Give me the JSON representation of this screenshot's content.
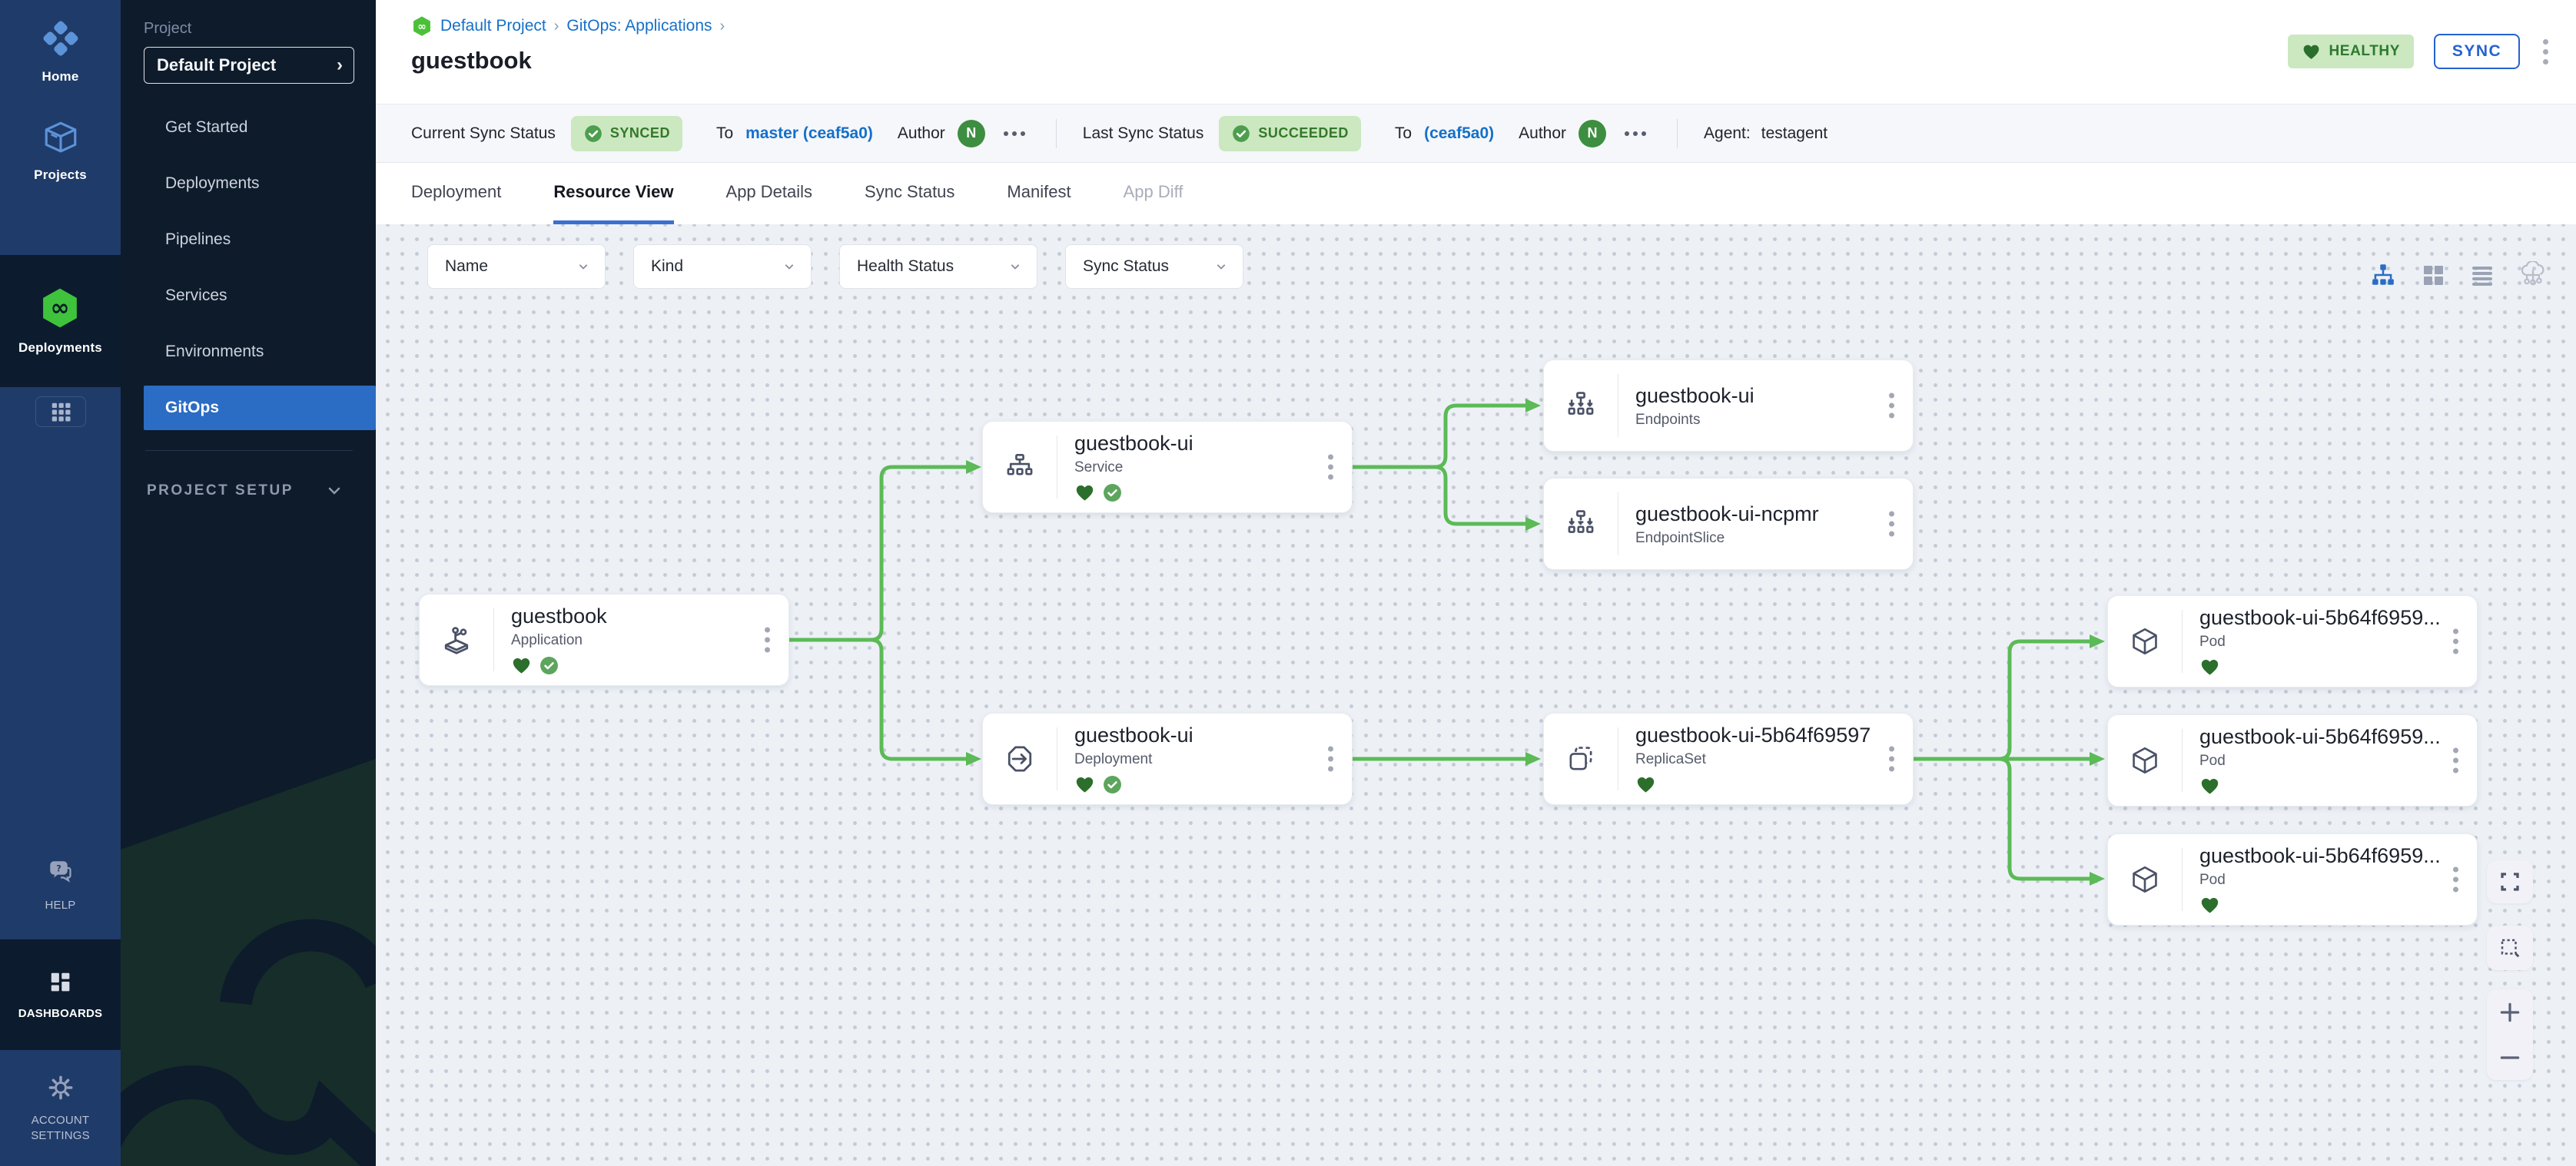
{
  "rail": {
    "modules": [
      {
        "label": "Home"
      },
      {
        "label": "Projects"
      },
      {
        "label": "Deployments",
        "active": true
      }
    ],
    "bottom": [
      {
        "label": "HELP"
      },
      {
        "label": "DASHBOARDS"
      },
      {
        "label": "ACCOUNT SETTINGS"
      }
    ]
  },
  "sidebar": {
    "section_label": "Project",
    "project_selector": "Default Project",
    "items": [
      {
        "label": "Get Started"
      },
      {
        "label": "Deployments"
      },
      {
        "label": "Pipelines"
      },
      {
        "label": "Services"
      },
      {
        "label": "Environments"
      },
      {
        "label": "GitOps",
        "active": true
      }
    ],
    "footer": "PROJECT SETUP"
  },
  "header": {
    "breadcrumb": {
      "crumb1": "Default Project",
      "crumb2": "GitOps: Applications",
      "separator": "›"
    },
    "title": "guestbook",
    "health_badge": "HEALTHY",
    "sync_button": "SYNC"
  },
  "statusbar": {
    "current": {
      "label": "Current Sync Status",
      "badge": "SYNCED",
      "to": "To",
      "revision": "master (ceaf5a0)",
      "author_label": "Author",
      "author_initial": "N"
    },
    "last": {
      "label": "Last Sync Status",
      "badge": "SUCCEEDED",
      "to": "To",
      "revision": "(ceaf5a0)",
      "author_label": "Author",
      "author_initial": "N"
    },
    "agent_label": "Agent:",
    "agent_value": "testagent"
  },
  "tabs": [
    {
      "label": "Deployment"
    },
    {
      "label": "Resource View",
      "active": true
    },
    {
      "label": "App Details"
    },
    {
      "label": "Sync Status"
    },
    {
      "label": "Manifest"
    },
    {
      "label": "App Diff",
      "disabled": true
    }
  ],
  "filters": [
    {
      "label": "Name"
    },
    {
      "label": "Kind"
    },
    {
      "label": "Health Status"
    },
    {
      "label": "Sync Status"
    }
  ],
  "view_toggles": [
    "tree-view",
    "grid-view",
    "list-view",
    "network-view"
  ],
  "graph": {
    "nodes": [
      {
        "name": "guestbook",
        "kind": "Application",
        "healthy": true,
        "synced": true
      },
      {
        "name": "guestbook-ui",
        "kind": "Service",
        "healthy": true,
        "synced": true
      },
      {
        "name": "guestbook-ui",
        "kind": "Endpoints"
      },
      {
        "name": "guestbook-ui-ncpmr",
        "kind": "EndpointSlice"
      },
      {
        "name": "guestbook-ui",
        "kind": "Deployment",
        "healthy": true,
        "synced": true
      },
      {
        "name": "guestbook-ui-5b64f69597",
        "kind": "ReplicaSet",
        "healthy": true
      },
      {
        "name": "guestbook-ui-5b64f6959...",
        "kind": "Pod",
        "healthy": true
      },
      {
        "name": "guestbook-ui-5b64f6959...",
        "kind": "Pod",
        "healthy": true
      },
      {
        "name": "guestbook-ui-5b64f6959...",
        "kind": "Pod",
        "healthy": true
      }
    ]
  },
  "icons": {
    "gitops-logo": "green hexagon with infinity",
    "canvas_controls": [
      "fullscreen-icon",
      "marquee-select-icon",
      "zoom-in-icon",
      "zoom-out-icon"
    ]
  },
  "colors": {
    "accent_blue": "#2b6cc4",
    "link_blue": "#1570c9",
    "edge_green": "#5cba57",
    "success_pill_bg": "#cbe8c0",
    "success_text": "#35782a",
    "heart_green": "#2c6e2c",
    "rail_light": "#1f3b69",
    "rail_dark": "#0c1c2e",
    "sidebar_bg": "#0e1b2b"
  }
}
